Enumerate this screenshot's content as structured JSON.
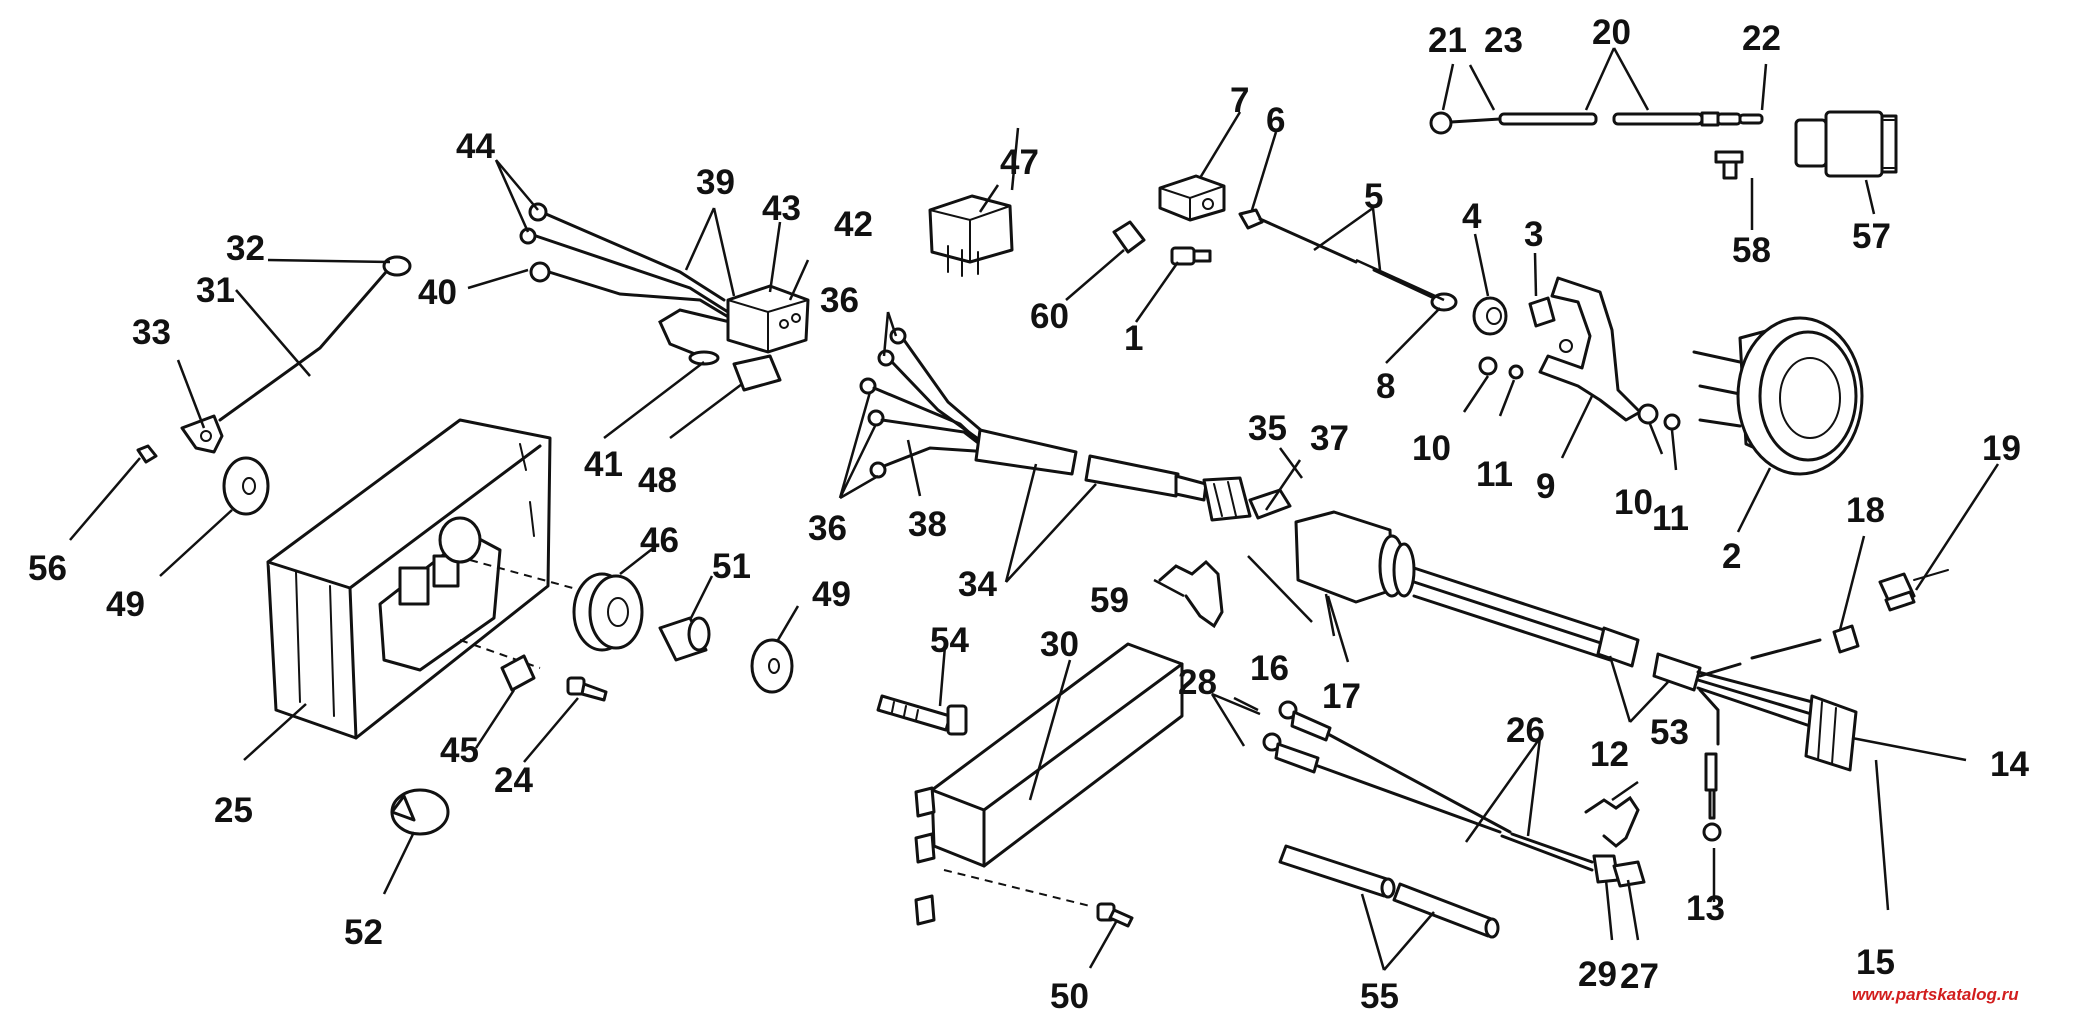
{
  "callouts": {
    "n1": "1",
    "n2": "2",
    "n3": "3",
    "n4": "4",
    "n5": "5",
    "n6": "6",
    "n7": "7",
    "n8": "8",
    "n9": "9",
    "n10a": "10",
    "n10b": "10",
    "n11a": "11",
    "n11b": "11",
    "n12": "12",
    "n13": "13",
    "n14": "14",
    "n15": "15",
    "n16": "16",
    "n17": "17",
    "n18": "18",
    "n19": "19",
    "n20": "20",
    "n21": "21",
    "n22": "22",
    "n23": "23",
    "n24": "24",
    "n25": "25",
    "n26": "26",
    "n27": "27",
    "n28": "28",
    "n29": "29",
    "n30": "30",
    "n31": "31",
    "n32": "32",
    "n33": "33",
    "n34": "34",
    "n35": "35",
    "n36a": "36",
    "n36b": "36",
    "n37": "37",
    "n38": "38",
    "n39": "39",
    "n40": "40",
    "n41": "41",
    "n42": "42",
    "n43": "43",
    "n44": "44",
    "n45": "45",
    "n46": "46",
    "n47": "47",
    "n48": "48",
    "n49a": "49",
    "n49b": "49",
    "n50": "50",
    "n51": "51",
    "n52": "52",
    "n53": "53",
    "n54": "54",
    "n55": "55",
    "n56": "56",
    "n57": "57",
    "n58": "58",
    "n59": "59",
    "n60": "60"
  },
  "watermark": "www.partskatalog.ru",
  "colors": {
    "line": "#111111",
    "background": "#ffffff",
    "watermark": "#d21e1e"
  }
}
